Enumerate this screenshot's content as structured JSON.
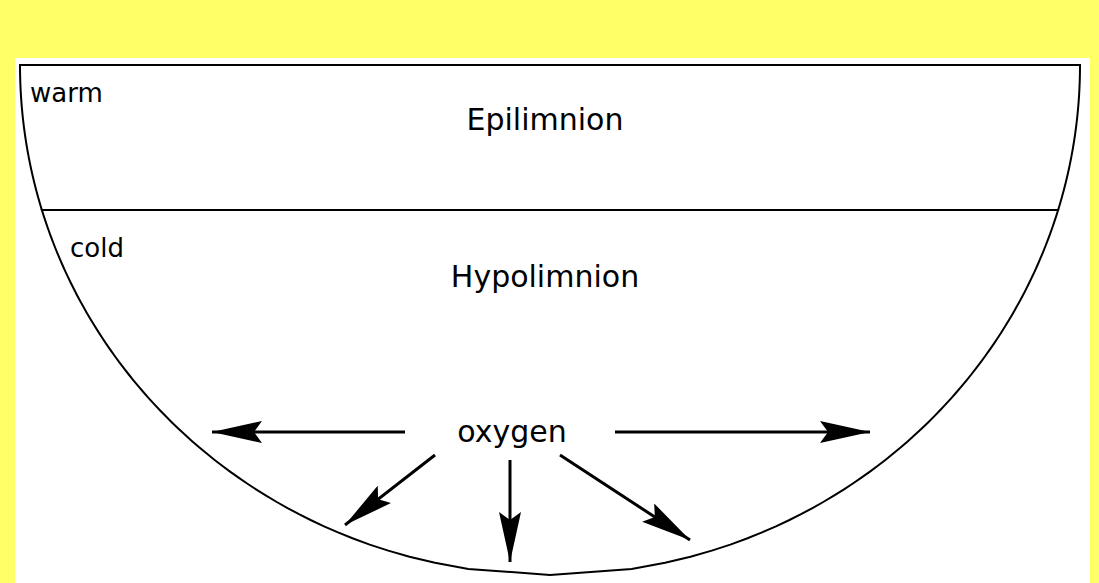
{
  "diagram": {
    "nodes": [
      {
        "text": [
          "warm",
          "Epilimnion"
        ]
      },
      {
        "text": [
          "cold",
          "Hypolimnion"
        ]
      }
    ],
    "labels": [
      "oxygen"
    ]
  }
}
